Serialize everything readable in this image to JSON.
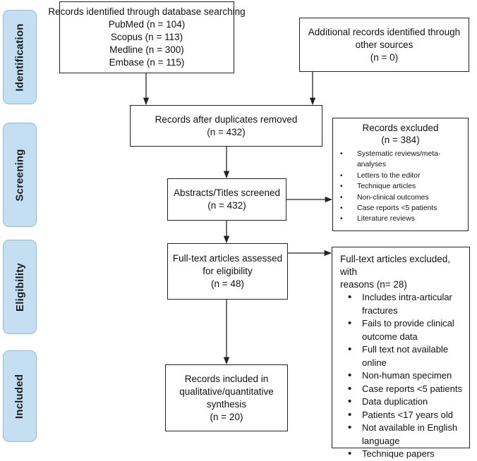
{
  "phases": [
    {
      "id": "identification",
      "label": "Identification"
    },
    {
      "id": "screening",
      "label": "Screening"
    },
    {
      "id": "eligibility",
      "label": "Eligibility"
    },
    {
      "id": "included",
      "label": "Included"
    }
  ],
  "boxes": {
    "db_search": {
      "lines": [
        "Records identified through database searching",
        "PubMed (n = 104)",
        "Scopus (n = 113)",
        "Medline (n = 300)",
        "Embase (n = 115)"
      ]
    },
    "other_sources": {
      "lines": [
        "Additional records identified through",
        "other sources",
        "(n = 0)"
      ]
    },
    "after_duplicates": {
      "lines": [
        "Records after duplicates removed",
        "(n = 432)"
      ]
    },
    "screened": {
      "lines": [
        "Abstracts/Titles screened",
        "(n = 432)"
      ]
    },
    "records_excluded": {
      "heading": [
        "Records excluded",
        "(n = 384)"
      ],
      "items": [
        [
          "Systematic reviews/meta-",
          "analyses"
        ],
        [
          "Letters to the editor"
        ],
        [
          "Technique articles"
        ],
        [
          "Non-clinical outcomes"
        ],
        [
          "Case reports <5 patients"
        ],
        [
          "Literature reviews"
        ]
      ]
    },
    "fulltext_assessed": {
      "lines": [
        "Full-text articles assessed",
        "for eligibility",
        "(n = 48)"
      ]
    },
    "fulltext_excluded": {
      "heading": [
        "Full-text articles excluded, with",
        "reasons (n= 28)"
      ],
      "items": [
        [
          "Includes intra-articular",
          "fractures"
        ],
        [
          "Fails to provide clinical",
          "outcome data"
        ],
        [
          "Full text not available",
          "online"
        ],
        [
          "Non-human specimen"
        ],
        [
          "Case reports <5 patients"
        ],
        [
          "Data duplication"
        ],
        [
          "Patients <17 years old"
        ],
        [
          "Not available in English",
          "language"
        ],
        [
          "Technique papers"
        ]
      ]
    },
    "included": {
      "lines": [
        "Records included in",
        "qualitative/quantitative",
        "synthesis",
        "(n = 20)"
      ]
    }
  }
}
